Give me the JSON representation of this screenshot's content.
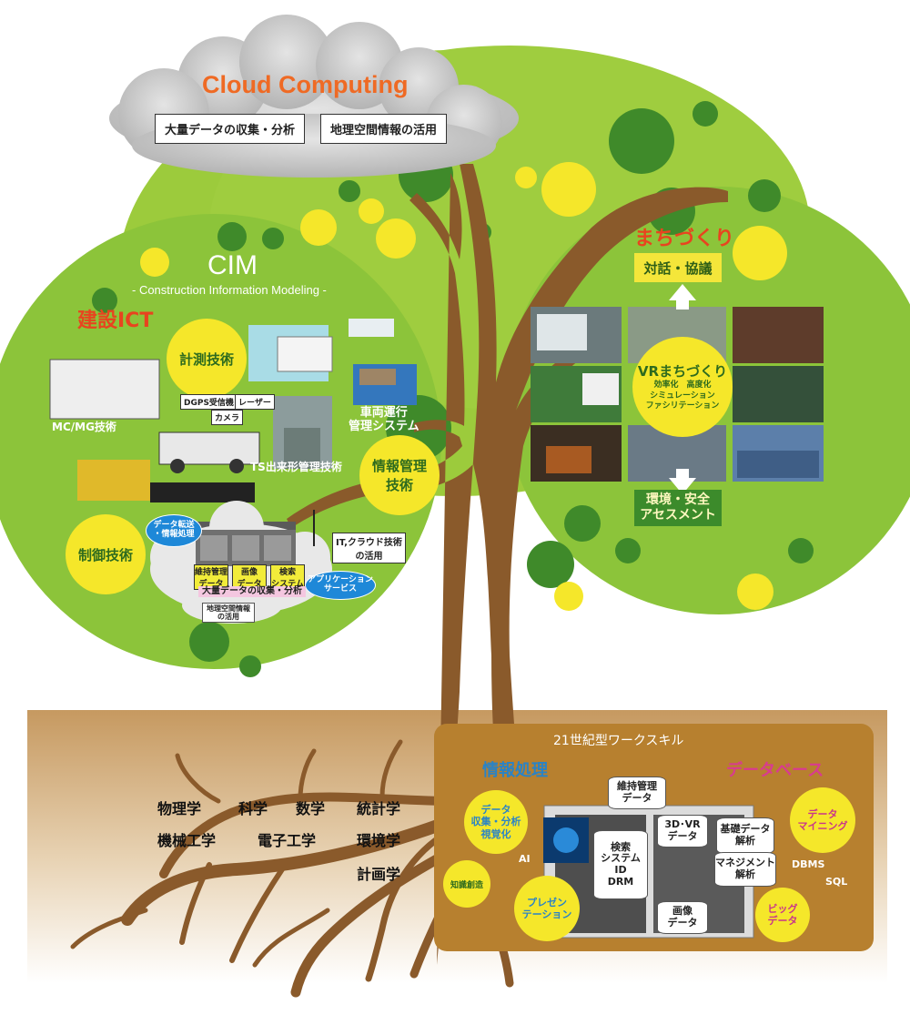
{
  "cloud": {
    "title": "Cloud Computing",
    "box_left": "大量データの収集・分析",
    "box_right": "地理空間情報の活用"
  },
  "cim": {
    "title": "CIM",
    "subtitle": "- Construction Information Modeling -",
    "heading": "建設ICT",
    "measure": "計測技術",
    "info_manage": "情報管理\n技術",
    "control": "制御技術",
    "mcmg": "MC/MG技術",
    "ts": "TS出来形管理技術",
    "vehicle": "車両運行\n管理システム",
    "dgps": "DGPS受信機",
    "laser": "レーザー",
    "camera": "カメラ",
    "bubble_data": "データ転送\n・情報処理",
    "bubble_app": "アプリケーション\nサービス",
    "it_cloud": "IT,クラウド技術\nの活用",
    "tag_maint": "維持管理\nデータ",
    "tag_image": "画像\nデータ",
    "tag_search": "検索\nシステム",
    "collect": "大量データの収集・分析",
    "geo": "地理空間情報\nの活用"
  },
  "town": {
    "heading": "まちづくり",
    "dialog": "対話・協議",
    "vr_title": "VRまちづくり",
    "vr_sub": "効率化　高度化\nシミュレーション\nファシリテーション",
    "env": "環境・安全\nアセスメント"
  },
  "roots": {
    "row1": [
      "物理学",
      "科学",
      "数学",
      "統計学"
    ],
    "row2": [
      "機械工学",
      "電子工学",
      "環境学"
    ],
    "row3": "計画学"
  },
  "skills": {
    "title": "21世紀型ワークスキル",
    "info_proc": "情報処理",
    "database": "データベース",
    "data_viz": "データ\n収集・分析\n視覚化",
    "ai": "AI",
    "knowledge": "知識創造",
    "presentation": "プレゼン\nテーション",
    "maint_data": "維持管理\nデータ",
    "vr_data": "3D･VR\nデータ",
    "search": "検索\nシステム\nID\nDRM",
    "basic": "基礎データ\n解析",
    "mgmt": "マネジメント\n解析",
    "image_data": "画像\nデータ",
    "mining": "データ\nマイニング",
    "big_data": "ビッグ\nデータ",
    "dbms": "DBMS",
    "sql": "SQL"
  },
  "colors": {
    "canopy_light": "#9ccb3c",
    "canopy_mid": "#8cc43a",
    "canopy_dark": "#3f8a2a",
    "yellow": "#f5e72a",
    "trunk": "#8a5a2b",
    "ground": "#c99c62",
    "skill_panel": "#b7802f",
    "cloud_title": "#ef6a24",
    "info_proc_color": "#2a83c6",
    "database_color": "#d93b8f"
  }
}
